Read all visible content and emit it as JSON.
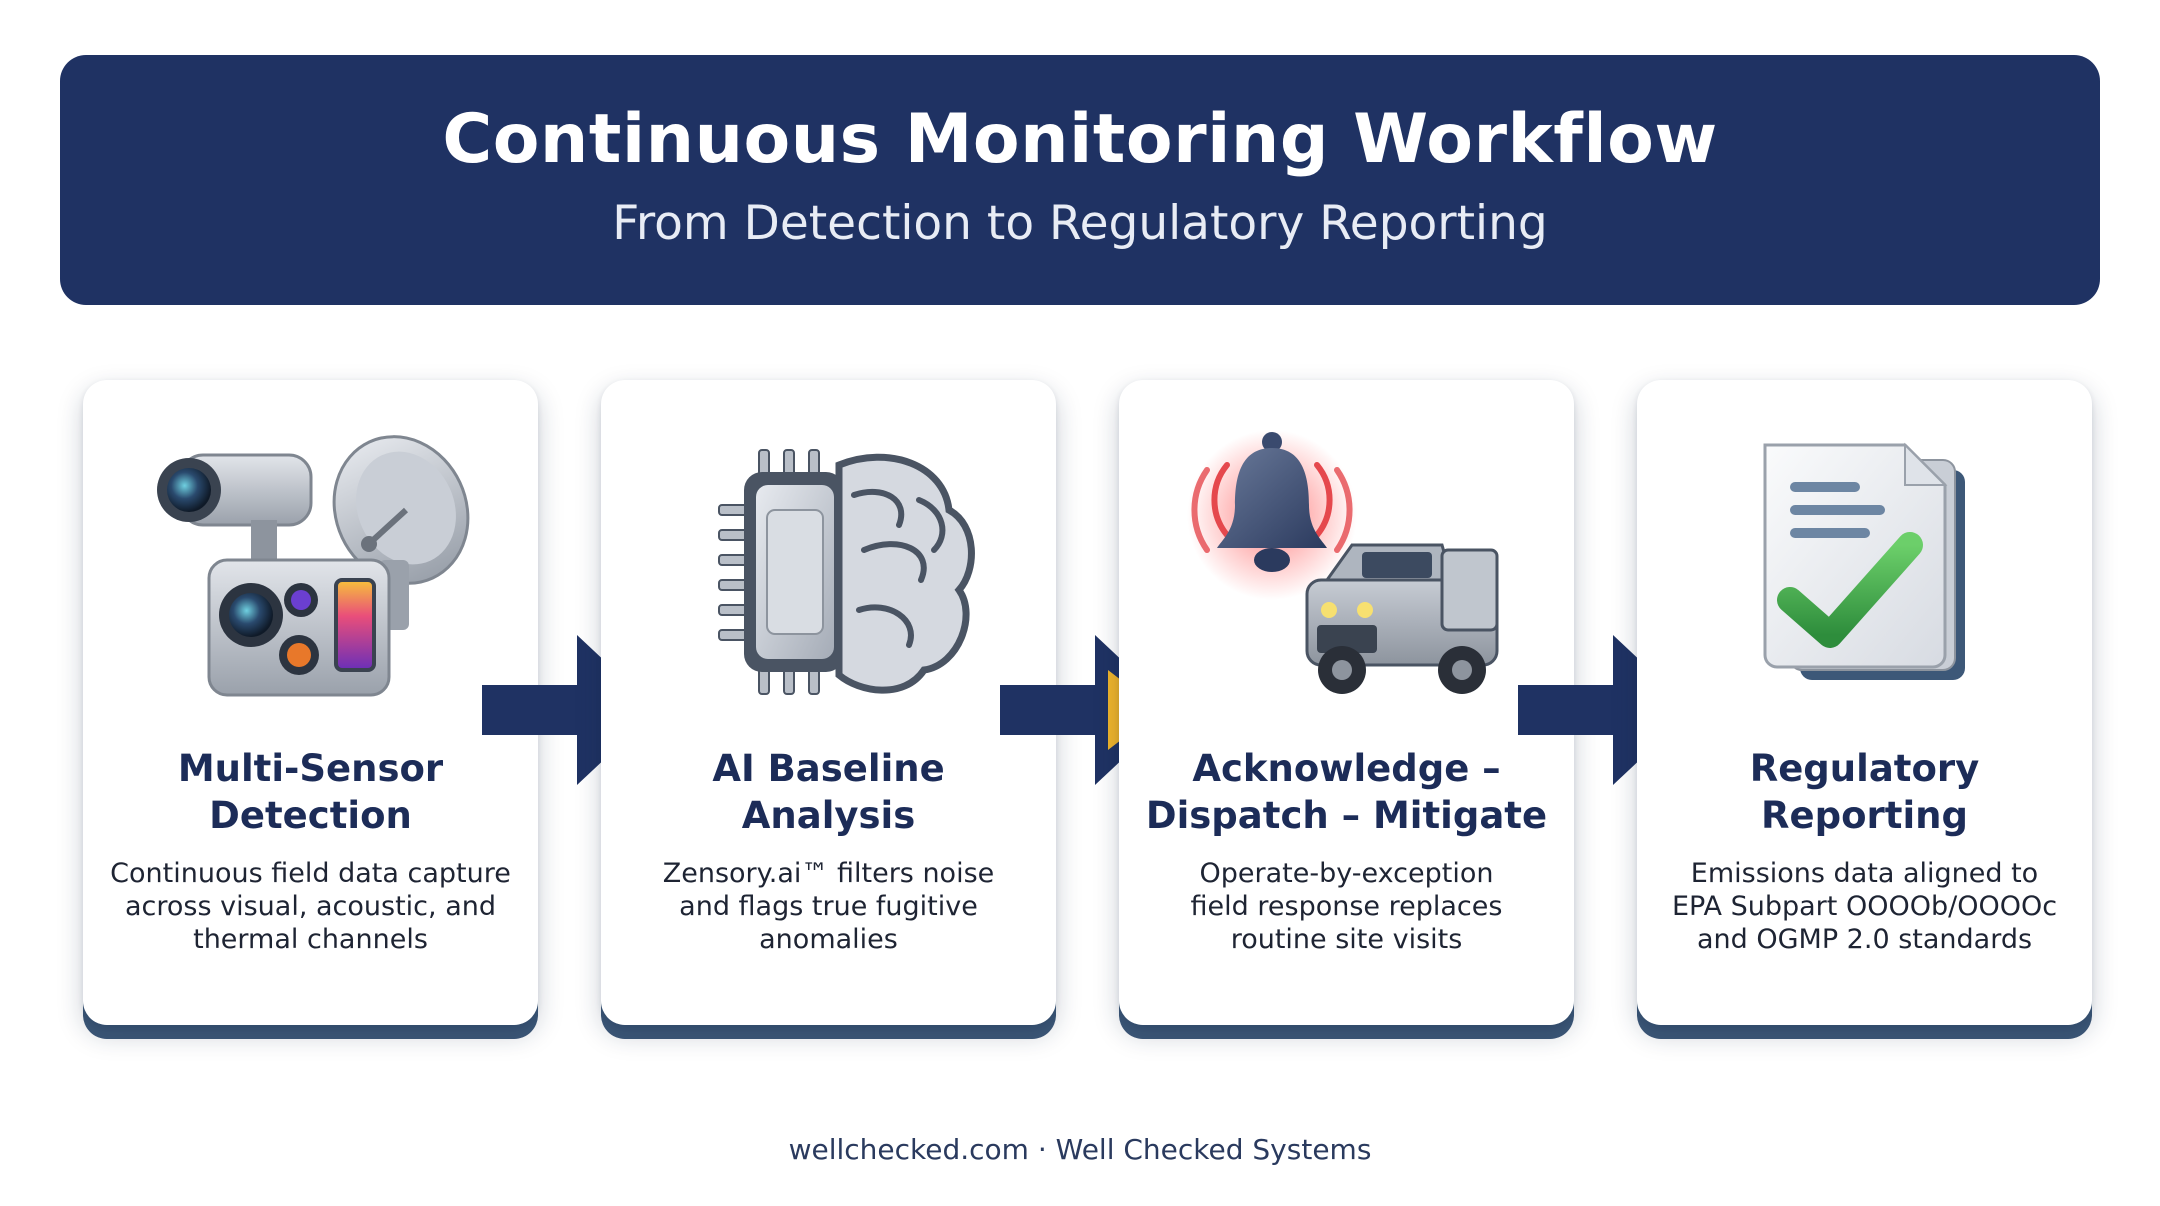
{
  "header": {
    "title": "Continuous Monitoring Workflow",
    "subtitle": "From Detection to Regulatory Reporting"
  },
  "steps": [
    {
      "title": "Multi-Sensor\nDetection",
      "description": "Continuous field data capture\nacross visual, acoustic, and\nthermal channels",
      "icon": "multi-sensor-icon"
    },
    {
      "title": "AI Baseline\nAnalysis",
      "description": "Zensory.ai™ filters noise\nand flags true fugitive\nanomalies",
      "icon": "chip-brain-icon"
    },
    {
      "title": "Acknowledge –\nDispatch – Mitigate",
      "description": "Operate-by-exception\nfield response replaces\nroutine site visits",
      "icon": "alarm-bell-truck-icon"
    },
    {
      "title": "Regulatory\nReporting",
      "description": "Emissions data aligned to\nEPA Subpart OOOOb/OOOOc\nand OGMP 2.0 standards",
      "icon": "document-check-icon"
    }
  ],
  "footer": {
    "text": "wellchecked.com · Well Checked Systems"
  },
  "colors": {
    "navy": "#1f3263",
    "accent_yellow": "#f1b52a",
    "card_base": "#3d5878",
    "check_green": "#3fa84a",
    "alarm_red": "#e5484d"
  }
}
